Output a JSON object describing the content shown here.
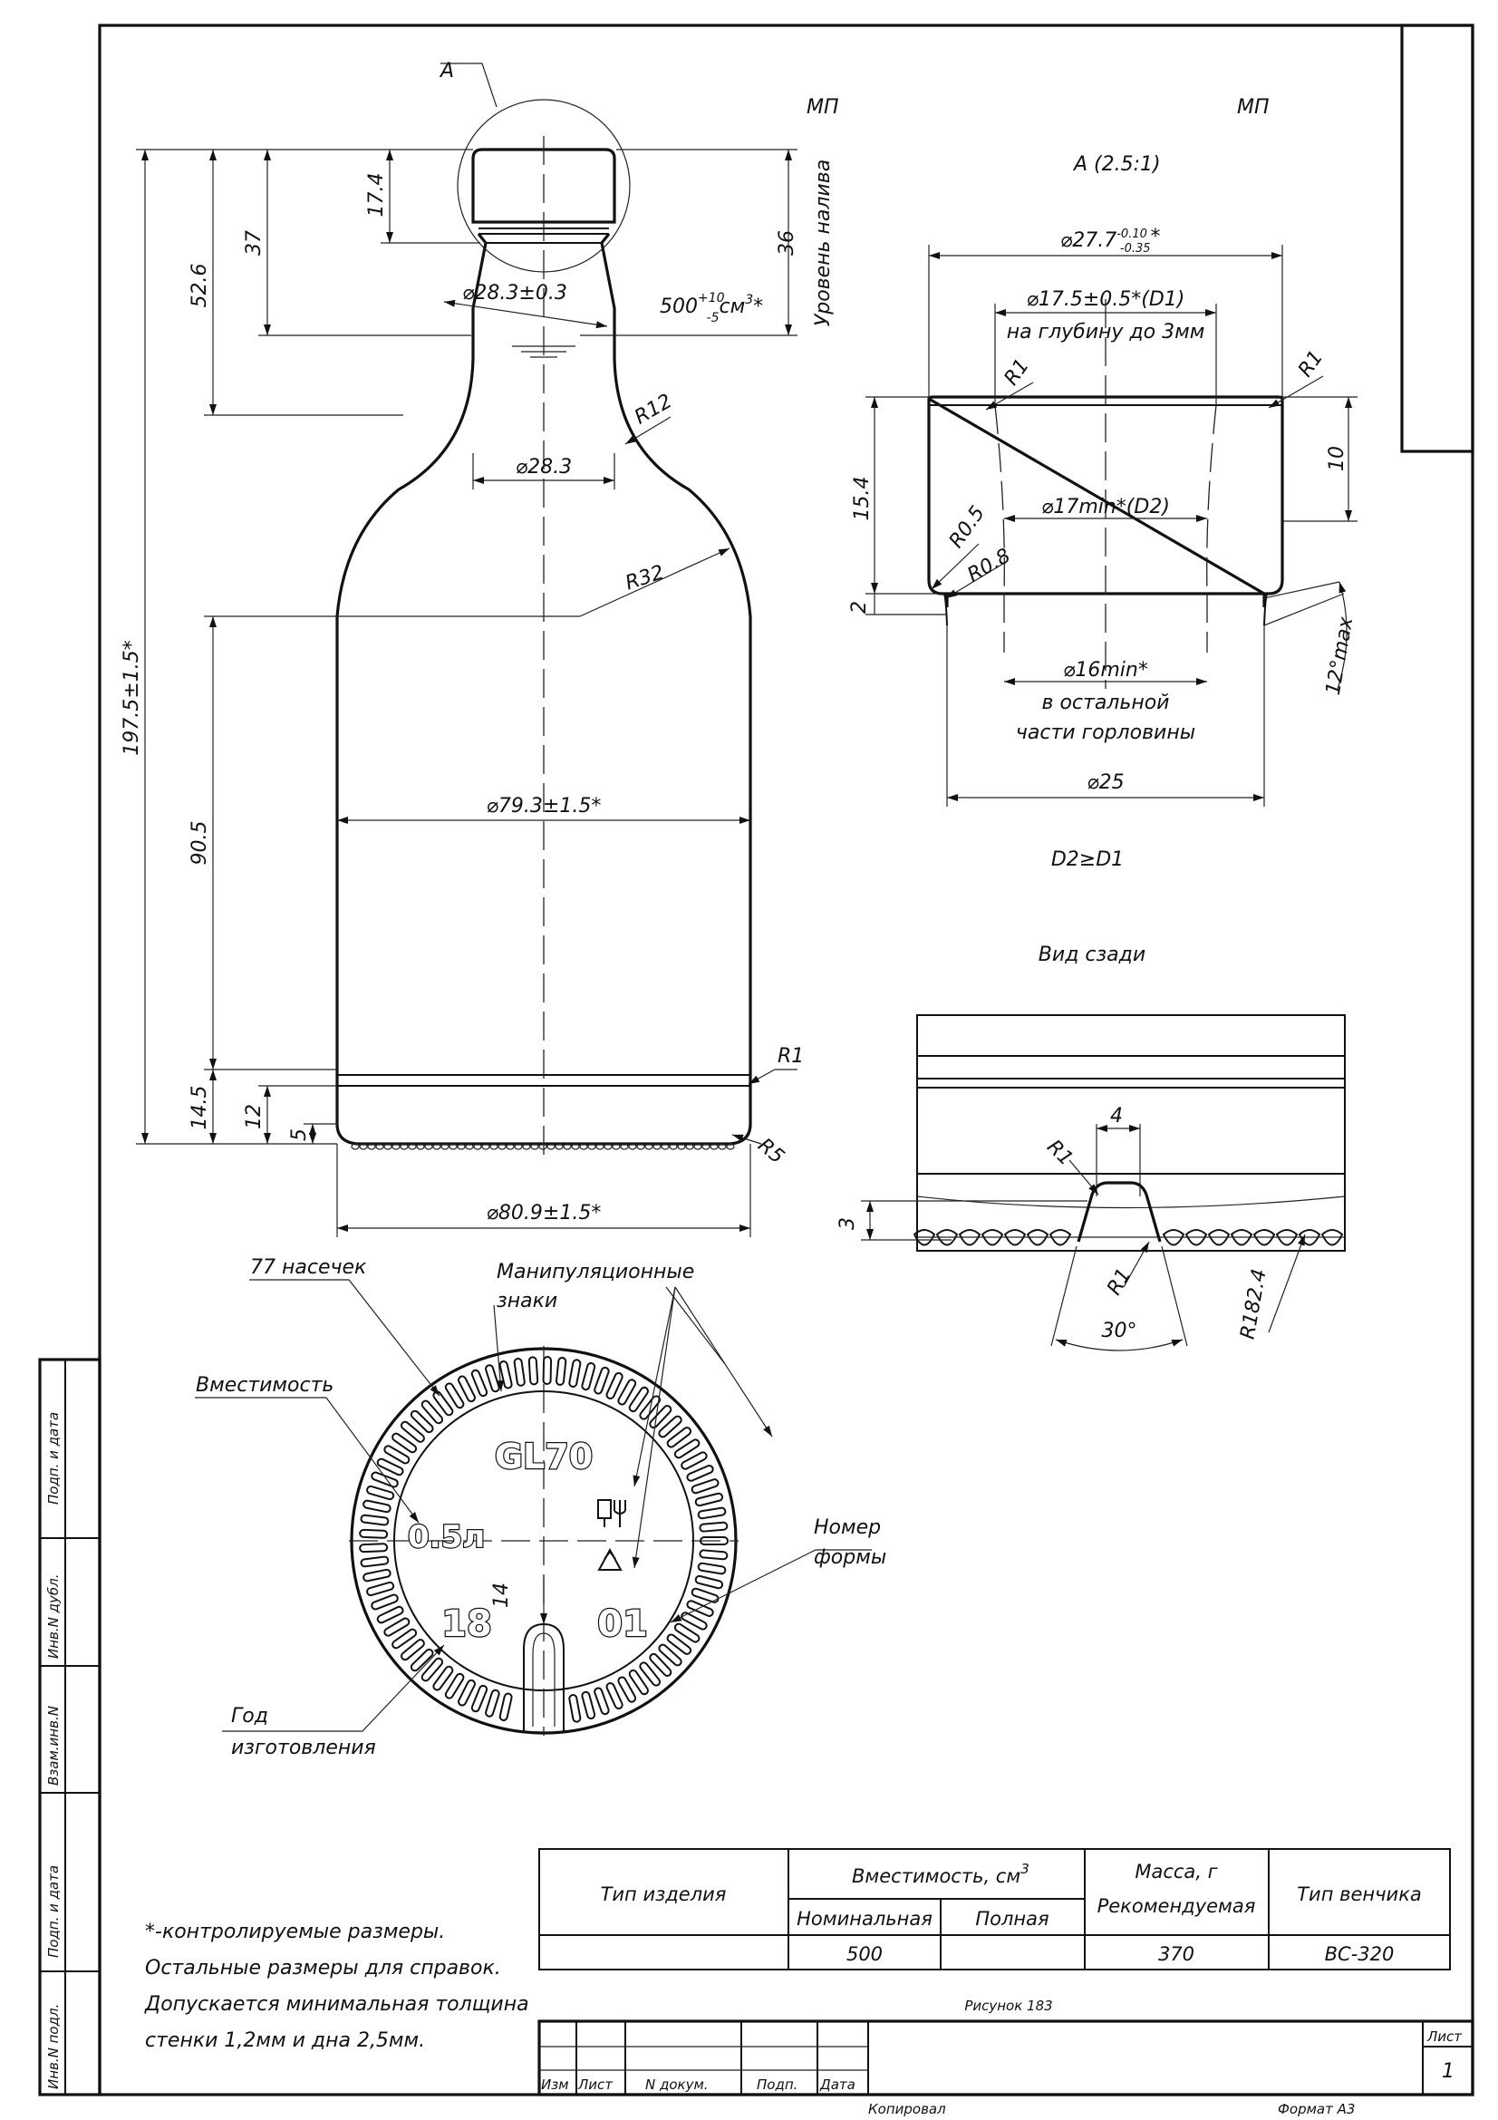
{
  "sheet": {
    "mp_1": "МП",
    "mp_2": "МП",
    "view_a_label": "A",
    "view_a_title": "A (2.5:1)",
    "back_view_title": "Вид сзади",
    "d2_note": "D2≥D1",
    "figure": "Рисунок 183",
    "copied": "Копировал",
    "format": "Формат А3",
    "sheet_label": "Лист",
    "sheet_no": "1"
  },
  "main_dims": {
    "h_17_4": "17.4",
    "h_37": "37",
    "h_52_6": "52.6",
    "h_36": "36",
    "fill_level": "Уровень налива",
    "h_197_5": "197.5±1.5*",
    "h_90_5": "90.5",
    "h_14_5": "14.5",
    "h_12": "12",
    "h_5": "5",
    "d_28_3_tol": "⌀28.3±0.3",
    "volume": "500",
    "volume_tol_up": "+10",
    "volume_tol_dn": "-5",
    "volume_unit": "см",
    "volume_unit_sup": "3",
    "volume_mark": "*",
    "r12": "R12",
    "d_28_3": "⌀28.3",
    "r32": "R32",
    "d_79_3": "⌀79.3±1.5*",
    "r1": "R1",
    "r5": "R5",
    "d_80_9": "⌀80.9±1.5*"
  },
  "detail_a": {
    "d_27_7": "⌀27.7",
    "d_27_7_tol_up": "-0.10",
    "d_27_7_tol_dn": "-0.35",
    "d_27_7_mark": "*",
    "d_17_5": "⌀17.5±0.5*(D1)",
    "d_17_5_note": "на глубину до 3мм",
    "r1_left": "R1",
    "r1_right": "R1",
    "h_15_4": "15.4",
    "h_10": "10",
    "r0_5": "R0.5",
    "r0_8": "R0.8",
    "d_17_min": "⌀17min*(D2)",
    "h_2": "2",
    "angle_12": "12°max",
    "d_16_min": "⌀16min*",
    "d_16_note_1": "в остальной",
    "d_16_note_2": "части горловины",
    "d_25": "⌀25"
  },
  "back_view": {
    "w_4": "4",
    "r1_top": "R1",
    "h_3": "3",
    "r1_bottom": "R1",
    "angle_30": "30°",
    "r182_4": "R182.4"
  },
  "bottom_view": {
    "notches": "77 насечек",
    "handling_1": "Манипуляционные",
    "handling_2": "знаки",
    "capacity": "Вместимость",
    "gl70": "GL70",
    "vol_05": "0.5л",
    "year_mark": "18",
    "form_mark": "01",
    "dim_14": "14",
    "form_no_1": "Номер",
    "form_no_2": "формы",
    "year_1": "Год",
    "year_2": "изготовления"
  },
  "notes": [
    "*-контролируемые размеры.",
    "Остальные размеры для справок.",
    "Допускается минимальная толщина",
    "стенки 1,2мм и дна 2,5мм."
  ],
  "spec_table": {
    "type_header": "Тип изделия",
    "capacity_header": "Вместимость, см",
    "capacity_sup": "3",
    "nominal_header": "Номинальная",
    "full_header": "Полная",
    "mass_header_1": "Масса, г",
    "mass_header_2": "Рекомендуемая",
    "finish_header": "Тип венчика",
    "nominal_value": "500",
    "mass_value": "370",
    "finish_value": "ВС-320"
  },
  "title_block": {
    "izm": "Изм",
    "list": "Лист",
    "doc_no": "N докум.",
    "sign": "Подп.",
    "date": "Дата"
  },
  "side_stamps": [
    "Подп. и дата",
    "Инв.N дубл.",
    "Взам.инв.N",
    "Подп. и дата",
    "Инв.N подл."
  ]
}
